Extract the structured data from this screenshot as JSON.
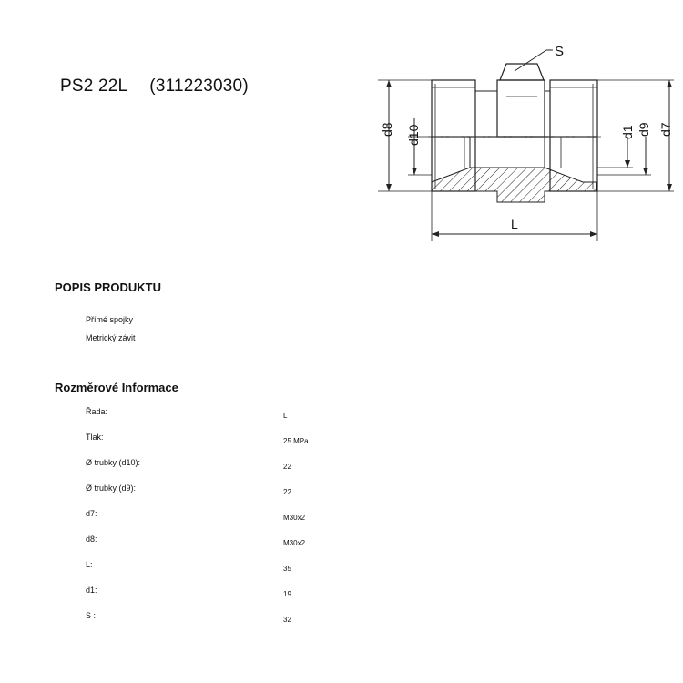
{
  "header": {
    "product_name": "PS2 22L",
    "product_code": "(311223030)"
  },
  "drawing": {
    "labels": {
      "s": "S",
      "d8": "d8",
      "d10": "d10",
      "d1": "d1",
      "d9": "d9",
      "d7": "d7",
      "l": "L"
    }
  },
  "description": {
    "heading": "POPIS PRODUKTU",
    "lines": [
      "Přímé spojky",
      "Metrický závit"
    ]
  },
  "dimensions": {
    "heading": "Rozměrové Informace",
    "rows": [
      {
        "label": "Řada:",
        "value": "L"
      },
      {
        "label": "Tlak:",
        "value": "25  MPa"
      },
      {
        "label": "Ø trubky (d10):",
        "value": "22"
      },
      {
        "label": "Ø trubky (d9):",
        "value": "22"
      },
      {
        "label": "d7:",
        "value": "M30x2"
      },
      {
        "label": "d8:",
        "value": "M30x2"
      },
      {
        "label": "L:",
        "value": "35"
      },
      {
        "label": "d1:",
        "value": "19"
      },
      {
        "label": "S :",
        "value": "32"
      }
    ]
  }
}
